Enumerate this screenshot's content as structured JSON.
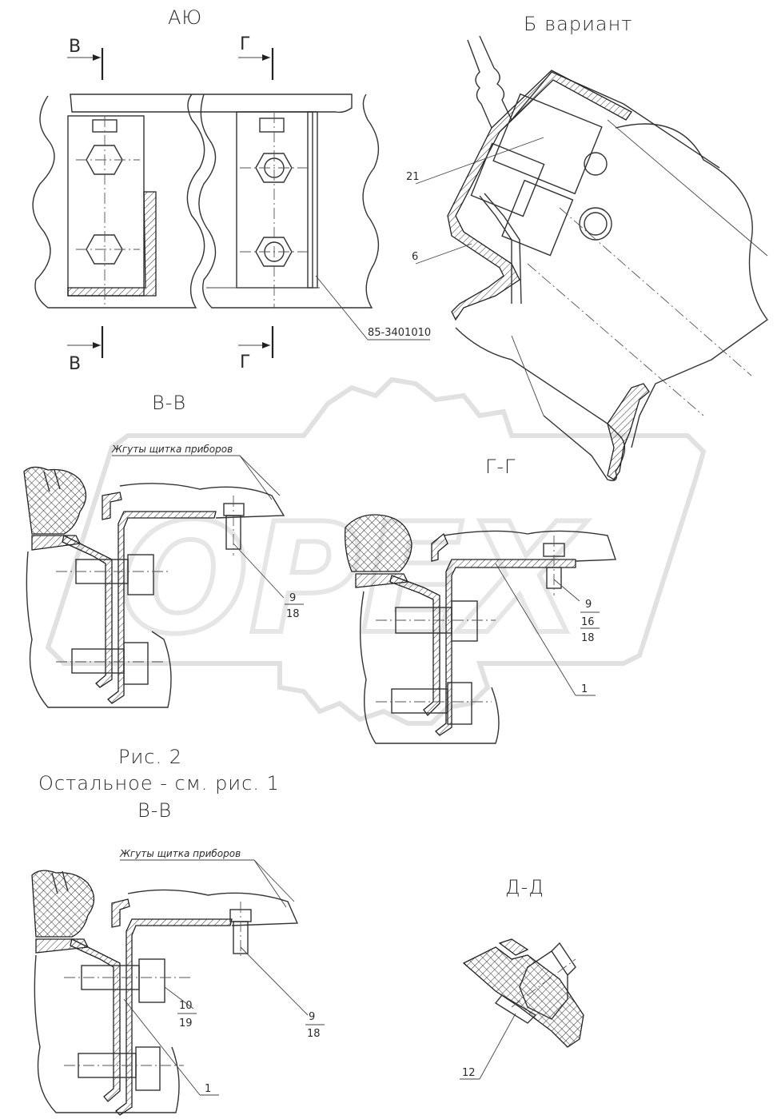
{
  "views": {
    "view_a": "АЮ",
    "view_b": "Б вариант",
    "section_v": "В",
    "section_g": "Г",
    "section_vv_top": "В-В",
    "section_gg": "Г-Г",
    "section_vv_bottom": "В-В",
    "section_dd": "Д-Д"
  },
  "figure": {
    "caption": "Рис. 2",
    "note": "Остальное - см. рис. 1"
  },
  "notes": {
    "harness_top": "Жгуты щитка приборов",
    "harness_bottom": "Жгуты щитка приборов"
  },
  "part_refs": {
    "ref_21": "21",
    "ref_6": "6",
    "ref_85": "85-3401010",
    "ref_vv_9": "9",
    "ref_vv_18": "18",
    "ref_gg_9": "9",
    "ref_gg_16": "16",
    "ref_gg_18": "18",
    "ref_gg_1": "1",
    "ref_b_10": "10",
    "ref_b_19": "19",
    "ref_b_9": "9",
    "ref_b_18": "18",
    "ref_b_1": "1",
    "ref_d_12": "12"
  },
  "watermark": {
    "text": "OPEX",
    "icon": "gear-icon"
  },
  "colors": {
    "line": "#333333",
    "watermark": "#c9c9c9"
  }
}
